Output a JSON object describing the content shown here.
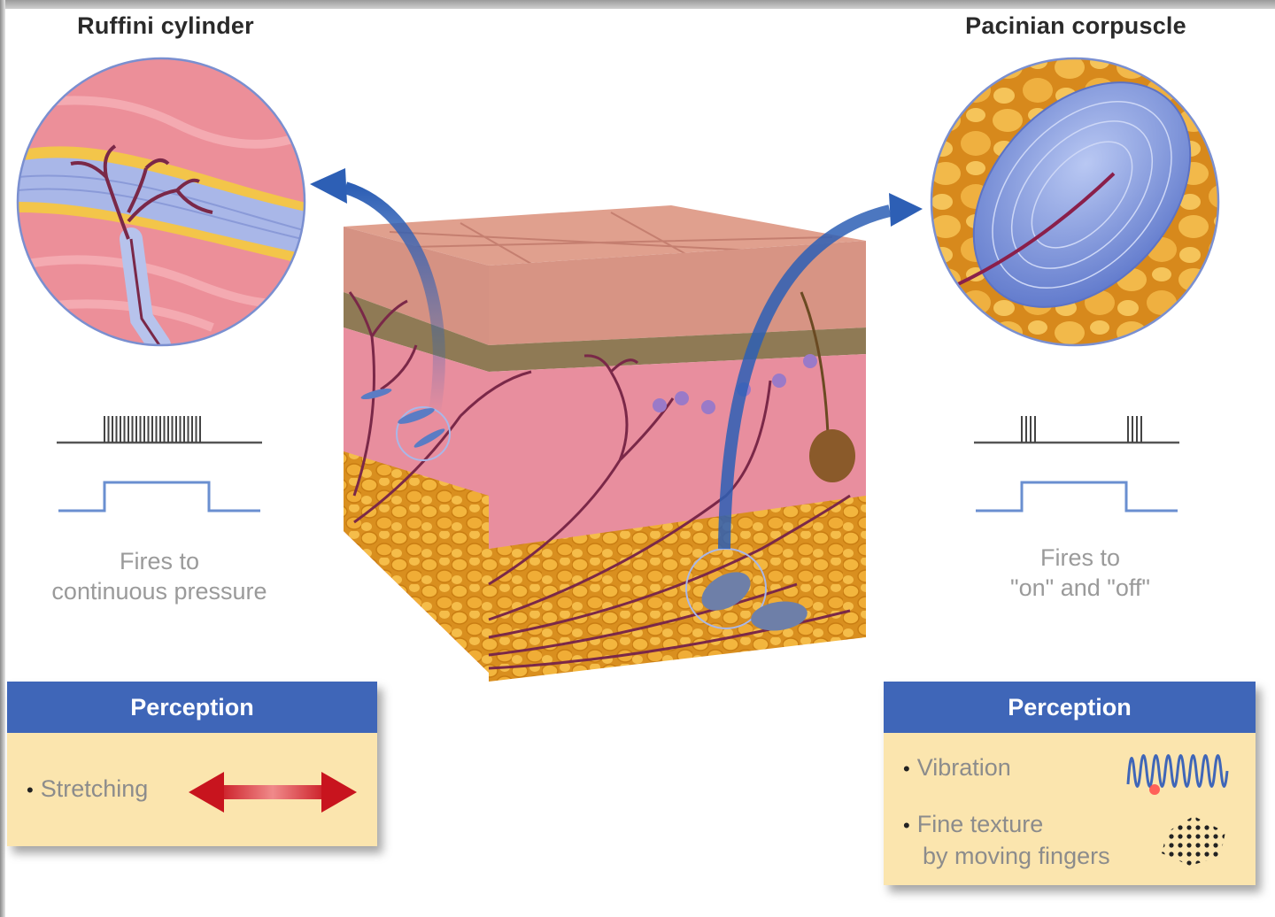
{
  "left_receptor": {
    "title": "Ruffini cylinder",
    "caption_line1": "Fires to",
    "caption_line2": "continuous pressure",
    "perception": {
      "header": "Perception",
      "items": [
        "Stretching"
      ]
    }
  },
  "right_receptor": {
    "title": "Pacinian corpuscle",
    "caption_line1": "Fires to",
    "caption_line2": "\"on\" and \"off\"",
    "perception": {
      "header": "Perception",
      "items": [
        "Vibration",
        "Fine texture",
        "by moving fingers"
      ]
    }
  },
  "colors": {
    "arrow_blue": "#2d5fb5",
    "panel_header": "#3f66b8",
    "panel_body": "#fbe5ae",
    "signal_line": "#6a8fd0",
    "stretch_arrow": "#c8141e"
  }
}
